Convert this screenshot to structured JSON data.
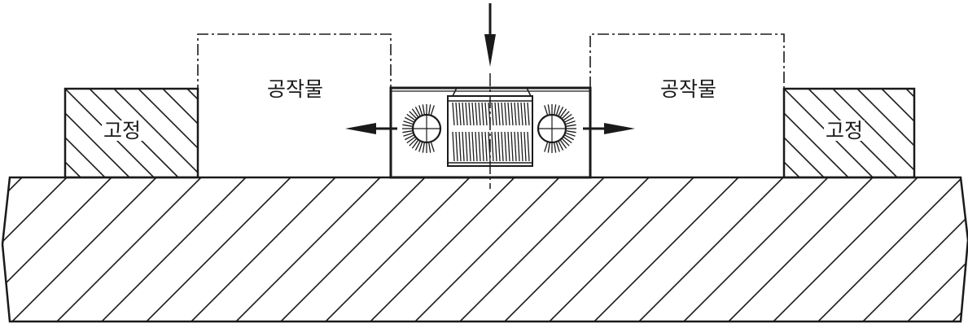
{
  "labels": {
    "workpiece_left": "공작물",
    "workpiece_right": "공작물",
    "fixture_left": "고정",
    "fixture_right": "고정"
  },
  "colors": {
    "line": "#1a1a1a",
    "background": "#ffffff"
  },
  "icons": {
    "force_down": "arrow-down-icon",
    "motion_left": "arrow-left-icon",
    "motion_right": "arrow-right-icon"
  }
}
